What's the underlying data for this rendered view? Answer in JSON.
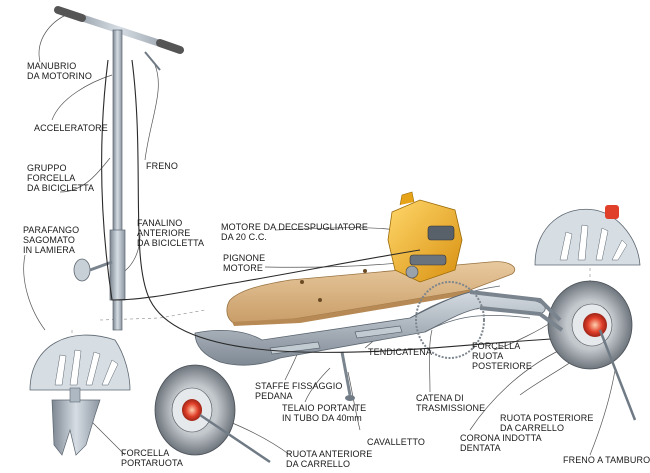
{
  "labels": {
    "manubrio": "MANUBRIO\nDA MOTORINO",
    "acceleratore": "ACCELERATORE",
    "freno": "FRENO",
    "gruppo_forcella": "GRUPPO\nFORCELLA\nDA BICICLETTA",
    "fanalino": "FANALINO\nANTERIORE\nDA BICICLETTA",
    "parafango": "PARAFANGO\nSAGOMATO\nIN LAMIERA",
    "motore": "MOTORE DA DECESPUGLIATORE\nDA 20 C.C.",
    "pignone": "PIGNONE\nMOTORE",
    "tendicatena": "TENDICATENA",
    "forcella_posteriore": "FORCELLA\nRUOTA\nPOSTERIORE",
    "staffe": "STAFFE FISSAGGIO\nPEDANA",
    "catena": "CATENA DI\nTRASMISSIONE",
    "telaio": "TELAIO PORTANTE\nIN TUBO DA 40mm",
    "ruota_posteriore": "RUOTA POSTERIORE\nDA CARRELLO",
    "corona": "CORONA INDOTTA\nDENTATA",
    "cavalletto": "CAVALLETTO",
    "forcella_portaruota": "FORCELLA\nPORTARUOTA",
    "ruota_anteriore": "RUOTA ANTERIORE\nDA CARRELLO",
    "freno_tamburo": "FRENO A TAMBURO"
  },
  "colors": {
    "metal": "#aeb8c2",
    "metal_dark": "#6f7a85",
    "wood": "#dcb98c",
    "engine": "#f0b020",
    "hub_red": "#e0402a",
    "tire": "#8a9096",
    "leader": "#555555",
    "cable": "#2a2a2a"
  }
}
